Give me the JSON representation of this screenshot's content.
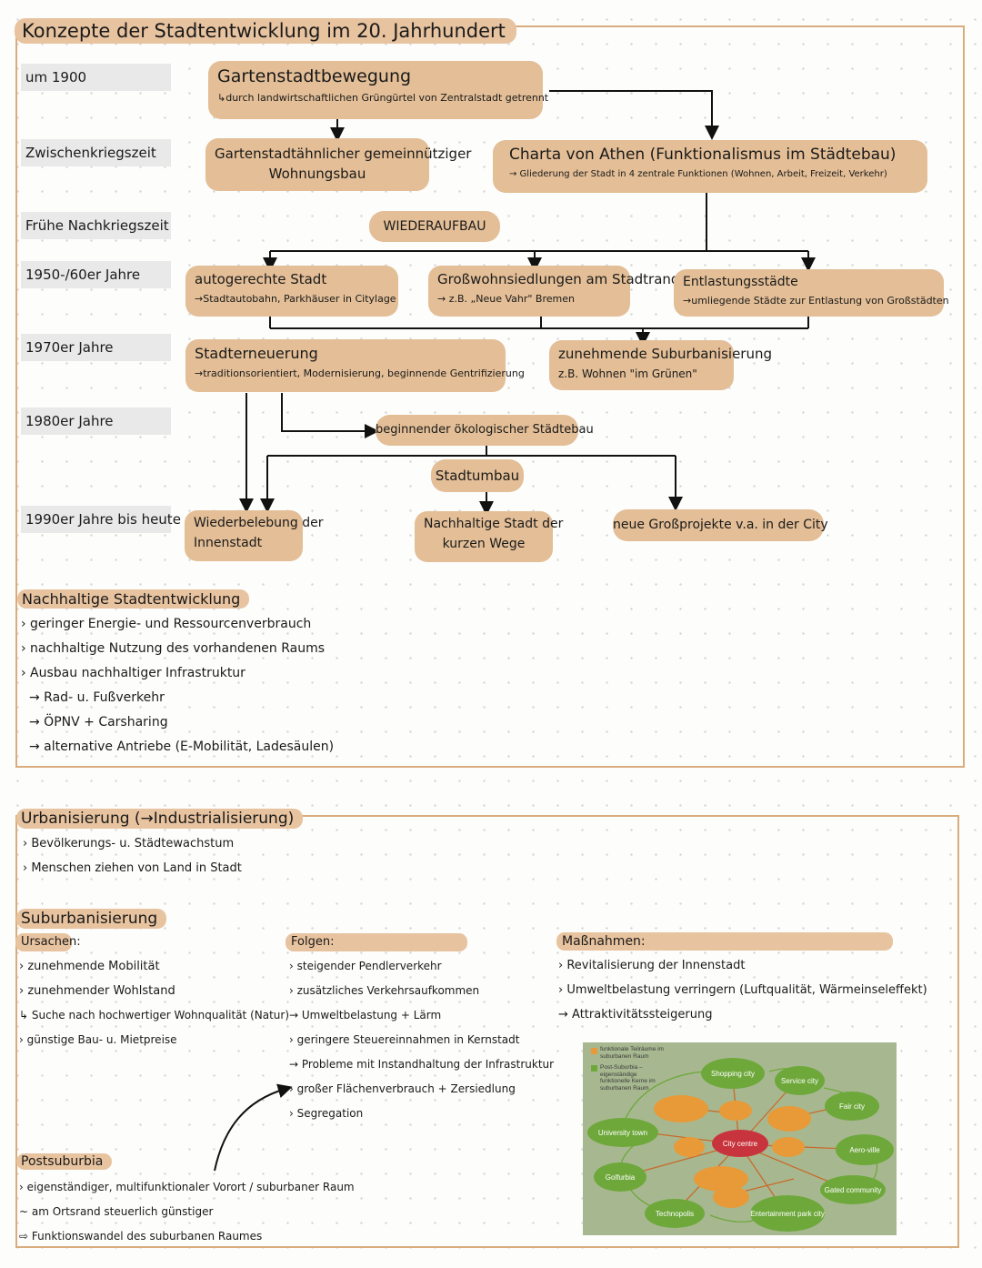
{
  "section1": {
    "title": "Konzepte der Stadtentwicklung im 20. Jahrhundert",
    "eras": [
      "um 1900",
      "Zwischenkriegszeit",
      "Frühe Nachkriegszeit",
      "1950-/60er Jahre",
      "1970er Jahre",
      "1980er Jahre",
      "1990er Jahre bis heute"
    ],
    "boxes": {
      "gartenstadt": {
        "title": "Gartenstadtbewegung",
        "sub": "↳durch landwirtschaftlichen Grüngürtel von Zentralstadt getrennt"
      },
      "gartenstadtaehnlich": {
        "line1": "Gartenstadtähnlicher gemeinnütziger",
        "line2": "Wohnungsbau"
      },
      "charta": {
        "title": "Charta von Athen (Funktionalismus im Städtebau)",
        "sub": "→ Gliederung der Stadt in 4 zentrale Funktionen (Wohnen, Arbeit, Freizeit, Verkehr)"
      },
      "wiederaufbau": "WIEDERAUFBAU",
      "autogerecht": {
        "title": "autogerechte Stadt",
        "sub": "→Stadtautobahn, Parkhäuser in Citylage"
      },
      "grosswohn": {
        "title": "Großwohnsiedlungen am Stadtrand",
        "sub": "→ z.B. „Neue Vahr\" Bremen"
      },
      "entlastung": {
        "title": "Entlastungsstädte",
        "sub": "→umliegende Städte zur Entlastung von Großstädten"
      },
      "stadterneuerung": {
        "title": "Stadterneuerung",
        "sub": "→traditionsorientiert, Modernisierung, beginnende Gentrifizierung"
      },
      "suburban": {
        "title": "zunehmende Suburbanisierung",
        "sub": "z.B. Wohnen \"im Grünen\""
      },
      "oekologisch": "beginnender ökologischer Städtebau",
      "stadtumbau": "Stadtumbau",
      "wiederbelebung": {
        "line1": "Wiederbelebung der",
        "line2": "Innenstadt"
      },
      "nachhaltig": {
        "line1": "Nachhaltige Stadt der",
        "line2": "kurzen Wege"
      },
      "grossprojekte": "neue Großprojekte v.a. in der City"
    },
    "nachhaltige": {
      "heading": "Nachhaltige Stadtentwicklung",
      "items": [
        "› geringer Energie- und Ressourcenverbrauch",
        "› nachhaltige Nutzung des vorhandenen Raums",
        "› Ausbau nachhaltiger Infrastruktur",
        "→ Rad- u. Fußverkehr",
        "→ ÖPNV + Carsharing",
        "→ alternative Antriebe (E-Mobilität, Ladesäulen)"
      ]
    }
  },
  "section2": {
    "urbanisierung": {
      "heading": "Urbanisierung (→Industrialisierung)",
      "items": [
        "› Bevölkerungs- u. Städtewachstum",
        "› Menschen ziehen von Land in Stadt"
      ]
    },
    "suburbanisierung": {
      "heading": "Suburbanisierung"
    },
    "ursachen": {
      "heading": "Ursachen:",
      "items": [
        "› zunehmende Mobilität",
        "› zunehmender Wohlstand",
        "↳ Suche nach hochwertiger Wohnqualität (Natur)",
        "› günstige Bau- u. Mietpreise"
      ]
    },
    "folgen": {
      "heading": "Folgen:",
      "items": [
        "› steigender Pendlerverkehr",
        "› zusätzliches Verkehrsaufkommen",
        "→ Umweltbelastung + Lärm",
        "› geringere Steuereinnahmen in Kernstadt",
        "→ Probleme mit Instandhaltung der Infrastruktur",
        "› großer Flächenverbrauch + Zersiedlung",
        "› Segregation"
      ]
    },
    "massnahmen": {
      "heading": "Maßnahmen:",
      "items": [
        "› Revitalisierung der Innenstadt",
        "› Umweltbelastung verringern (Luftqualität, Wärmeinseleffekt)",
        "→ Attraktivitätssteigerung"
      ]
    },
    "postsuburbia": {
      "heading": "Postsuburbia",
      "items": [
        "› eigenständiger, multifunktionaler Vorort / suburbaner Raum",
        "~ am Ortsrand steuerlich günstiger",
        "⇨ Funktionswandel des suburbanen Raumes"
      ]
    },
    "figure": {
      "legend1": "funktionale Teilräume im suburbanen Raum",
      "legend2": "Post-Suburbia – eigenständige funktionelle Kerne im suburbanen Raum",
      "nodes": [
        "Shopping city",
        "Service city",
        "Fair city",
        "University town",
        "City centre",
        "Aero-ville",
        "Golfurbia",
        "Gated community",
        "Technopolis",
        "Entertainment park city"
      ],
      "colors": {
        "green": "#6ea83b",
        "orange": "#e79a37",
        "red": "#c8343d"
      }
    }
  }
}
